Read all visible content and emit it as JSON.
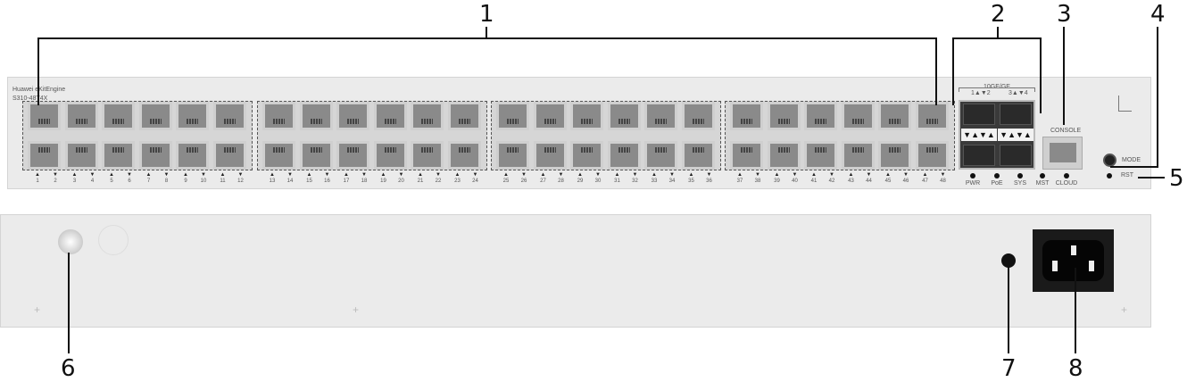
{
  "front_panel": {
    "brand": "Huawei eKitEngine",
    "model": "S310-48T4X",
    "port_numbers": [
      "1",
      "2",
      "3",
      "4",
      "5",
      "6",
      "7",
      "8",
      "9",
      "10",
      "11",
      "12",
      "13",
      "14",
      "15",
      "16",
      "17",
      "18",
      "19",
      "20",
      "21",
      "22",
      "23",
      "24",
      "25",
      "26",
      "27",
      "28",
      "29",
      "30",
      "31",
      "32",
      "33",
      "34",
      "35",
      "36",
      "37",
      "38",
      "39",
      "40",
      "41",
      "42",
      "43",
      "44",
      "45",
      "46",
      "47",
      "48"
    ],
    "sfp_label": "10GE/GE",
    "sfp_ports_left": "1▲▼2",
    "sfp_ports_right": "3▲▼4",
    "sfp_arrows": "▼▲▼▲",
    "console_label": "CONSOLE",
    "leds": [
      "PWR",
      "PoE",
      "SYS",
      "MST",
      "CLOUD"
    ],
    "mode_label": "MODE",
    "rst_label": "RST"
  },
  "callouts": [
    "1",
    "2",
    "3",
    "4",
    "5",
    "6",
    "7",
    "8"
  ]
}
